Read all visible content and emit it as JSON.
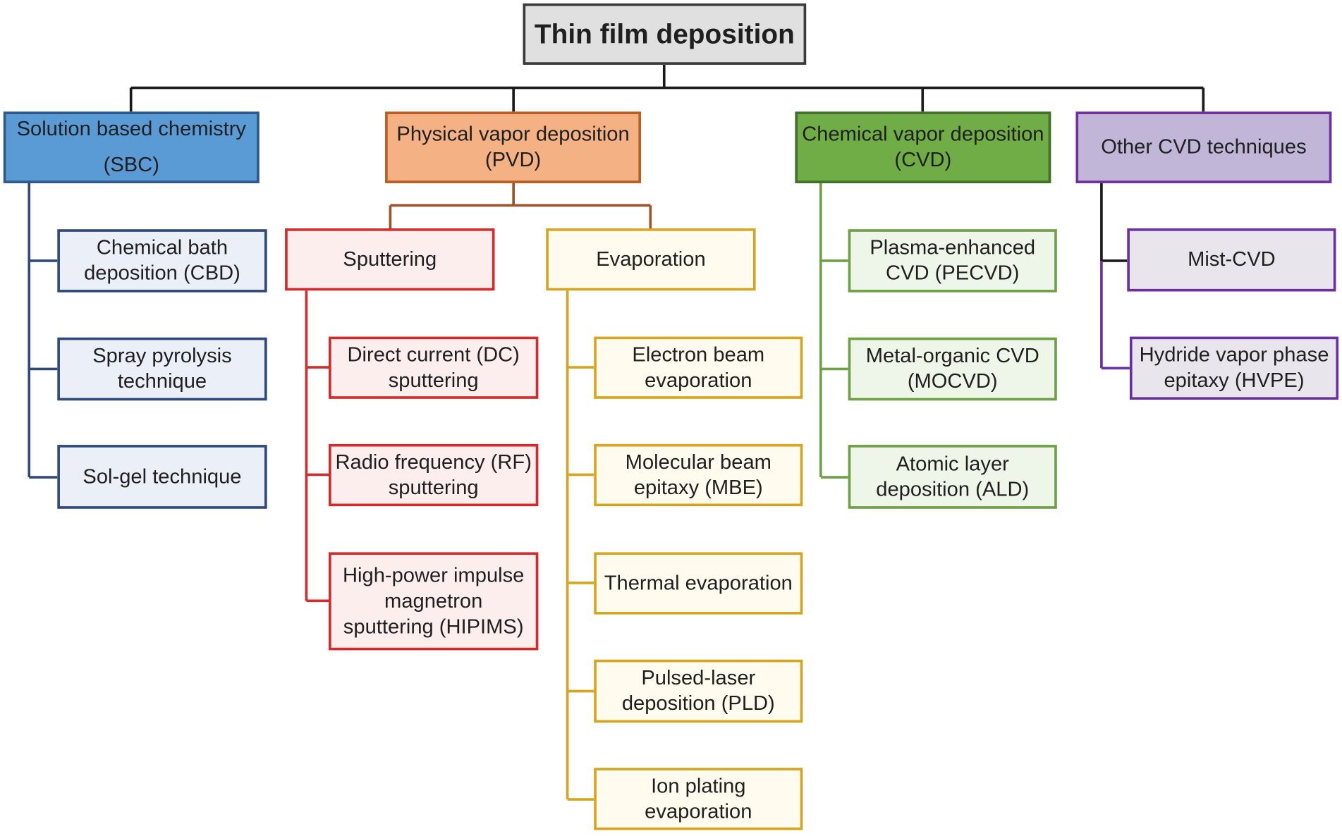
{
  "root": {
    "label": "Thin film deposition"
  },
  "categories": {
    "sbc": {
      "label": "Solution based chemistry\n(SBC)",
      "color": "#5b9bd5"
    },
    "pvd": {
      "label": "Physical vapor deposition\n(PVD)",
      "color": "#f4b183"
    },
    "cvd": {
      "label": "Chemical vapor deposition\n(CVD)",
      "color": "#70ad47"
    },
    "other": {
      "label": "Other CVD techniques",
      "color": "#c1b6d8"
    }
  },
  "sbc_items": [
    {
      "label": "Chemical bath\ndeposition (CBD)"
    },
    {
      "label": "Spray pyrolysis\ntechnique"
    },
    {
      "label": "Sol-gel technique"
    }
  ],
  "pvd_groups": {
    "sputtering": {
      "label": "Sputtering"
    },
    "evaporation": {
      "label": "Evaporation"
    }
  },
  "sputtering_items": [
    {
      "label": "Direct current (DC)\nsputtering"
    },
    {
      "label": "Radio frequency (RF)\nsputtering"
    },
    {
      "label": "High-power impulse\nmagnetron\nsputtering (HIPIMS)"
    }
  ],
  "evaporation_items": [
    {
      "label": "Electron beam\nevaporation"
    },
    {
      "label": "Molecular beam\nepitaxy (MBE)"
    },
    {
      "label": "Thermal evaporation"
    },
    {
      "label": "Pulsed-laser\ndeposition (PLD)"
    },
    {
      "label": "Ion plating\nevaporation"
    }
  ],
  "cvd_items": [
    {
      "label": "Plasma-enhanced\nCVD (PECVD)"
    },
    {
      "label": "Metal-organic CVD\n(MOCVD)"
    },
    {
      "label": "Atomic layer\ndeposition (ALD)"
    }
  ],
  "other_items": [
    {
      "label": "Mist-CVD"
    },
    {
      "label": "Hydride vapor phase\nepitaxy (HVPE)"
    }
  ]
}
